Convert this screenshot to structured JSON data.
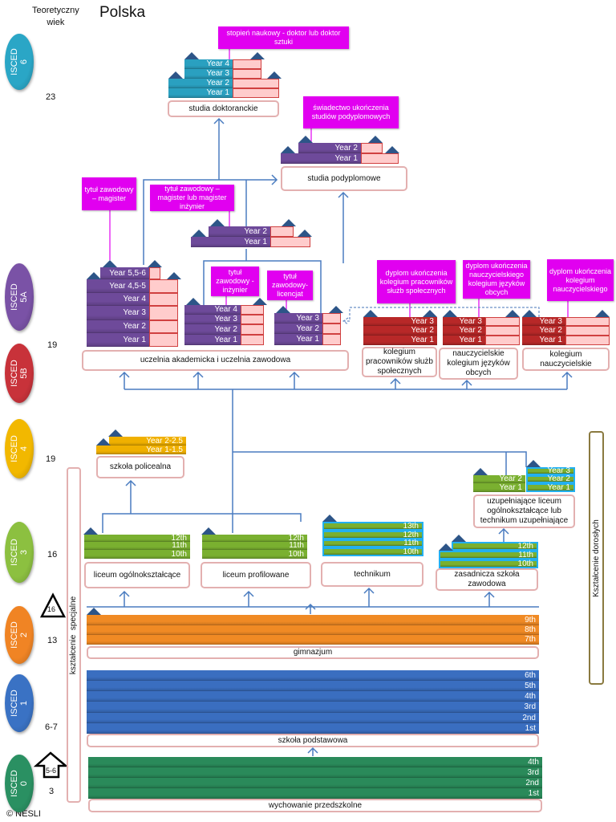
{
  "header": {
    "age_label_1": "Teoretyczny",
    "age_label_2": "wiek",
    "title": "Polska",
    "copyright": "© NESLI"
  },
  "isced": [
    {
      "name": "ISCED",
      "level": "6",
      "color": "#2aa6c6"
    },
    {
      "name": "ISCED",
      "level": "5A",
      "color": "#7a52a6"
    },
    {
      "name": "ISCED",
      "level": "5B",
      "color": "#c8323a"
    },
    {
      "name": "ISCED",
      "level": "4",
      "color": "#f2b800"
    },
    {
      "name": "ISCED",
      "level": "3",
      "color": "#8cc040"
    },
    {
      "name": "ISCED",
      "level": "2",
      "color": "#f08424"
    },
    {
      "name": "ISCED",
      "level": "1",
      "color": "#3a72c4"
    },
    {
      "name": "ISCED",
      "level": "0",
      "color": "#2a9062"
    }
  ],
  "ages": [
    "23",
    "19",
    "19",
    "16",
    "13",
    "6-7",
    "3"
  ],
  "markers": {
    "triangle": "16",
    "arrow": "5-6"
  },
  "side": {
    "special": "kształcenie  specjalne",
    "adult": "Kształcenie dorosłych"
  },
  "qualifications": {
    "doctor": "stopień naukowy - doktor lub doktor sztuki",
    "postgrad": "świadectwo ukończenia studiów podyplomowych",
    "magister": "tytuł zawodowy – magister",
    "magister2": "tytuł zawodowy – magister lub magister inżynier",
    "inzynier": "tytuł zawodowy - inżynier",
    "licencjat": "tytuł zawodowy- licencjat",
    "kol_social": "dyplom ukończenia kolegium pracowników służb społecznych",
    "kol_lang": "dyplom ukończenia nauczycielskiego kolegium języków obcych",
    "kol_teacher": "dyplom ukończenia kolegium nauczycielskiego"
  },
  "schools": {
    "doctoral": "studia doktoranckie",
    "postgrad": "studia podyplomowe",
    "university": "uczelnia akademicka i uczelnia zawodowa",
    "kol_social": "kolegium pracowników służb społecznych",
    "kol_lang": "nauczycielskie kolegium języków obcych",
    "kol_teacher": "kolegium nauczycielskie",
    "policealna": "szkoła policealna",
    "liceum": "liceum ogólnokształcące",
    "profilowane": "liceum profilowane",
    "technikum": "technikum",
    "zasadnicza": "zasadnicza szkoła zawodowa",
    "uzupelniajace": "uzupełniające liceum ogólnokształcące lub technikum uzupełniające",
    "gimnazjum": "gimnazjum",
    "podstawowa": "szkoła podstawowa",
    "przedszkole": "wychowanie przedszkolne"
  },
  "stacks": {
    "doctoral": [
      "Year 4",
      "Year 3",
      "Year 2",
      "Year 1"
    ],
    "postgrad": [
      "Year 2",
      "Year 1"
    ],
    "magister2": [
      "Year 2",
      "Year 1"
    ],
    "magister": [
      "Year 5,5-6",
      "Year 4,5-5",
      "Year 4",
      "Year 3",
      "Year 2",
      "Year 1"
    ],
    "inzynier": [
      "Year 4",
      "Year 3",
      "Year 2",
      "Year 1"
    ],
    "licencjat": [
      "Year 3",
      "Year 2",
      "Year 1"
    ],
    "kol_social": [
      "Year 3",
      "Year 2",
      "Year 1"
    ],
    "kol_lang": [
      "Year 3",
      "Year 2",
      "Year 1"
    ],
    "kol_teacher": [
      "Year 3",
      "Year 2",
      "Year 1"
    ],
    "policealna": [
      "Year 2-2.5",
      "Year 1-1.5"
    ],
    "liceum": [
      "12th",
      "11th",
      "10th"
    ],
    "profilowane": [
      "12th",
      "11th",
      "10th"
    ],
    "technikum": [
      "13th",
      "12th",
      "11th",
      "10th"
    ],
    "zasadnicza": [
      "12th",
      "11th",
      "10th"
    ],
    "uzup_a": [
      "Year 2",
      "Year 1"
    ],
    "uzup_b": [
      "Year 3",
      "Year 2",
      "Year 1"
    ],
    "gimnazjum": [
      "9th",
      "8th",
      "7th"
    ],
    "podstawowa": [
      "6th",
      "5th",
      "4th",
      "3rd",
      "2nd",
      "1st"
    ],
    "przedszkole": [
      "4th",
      "3rd",
      "2nd",
      "1st"
    ]
  },
  "colors": {
    "teal": "#2aa0c0",
    "purple": "#6e4a9a",
    "red": "#b82828",
    "yellow": "#f0b000",
    "green": "#7ab030",
    "orange": "#f08a24",
    "blue": "#3a6ec0",
    "darkgreen": "#2a8a5a",
    "qualification": "#e100f0",
    "line": "#4a7cc0"
  }
}
